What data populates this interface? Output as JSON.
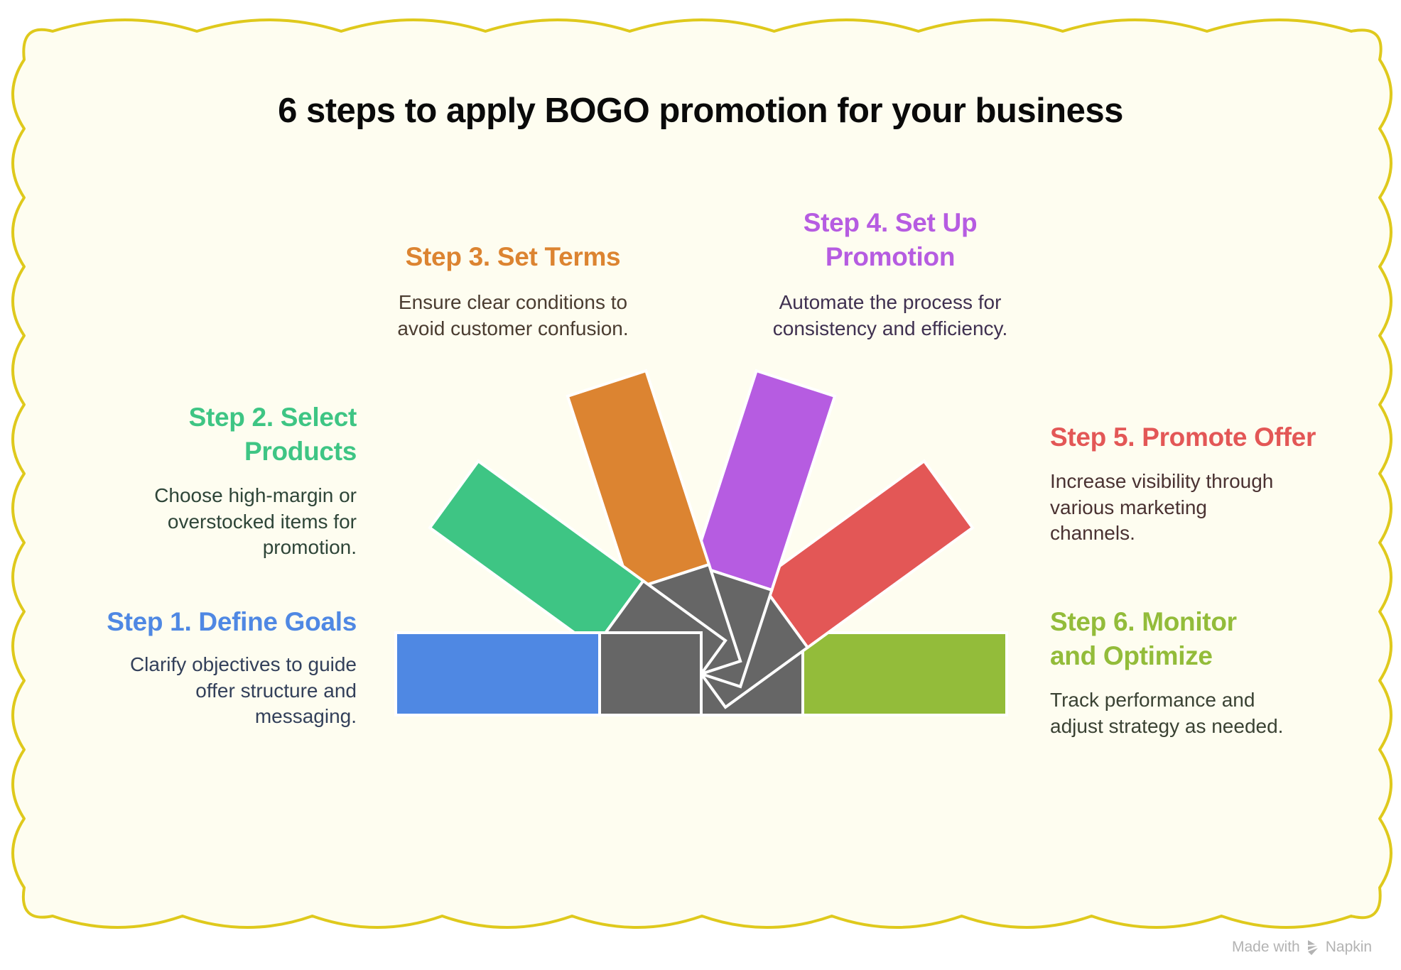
{
  "title": "6 steps to apply BOGO promotion for your business",
  "colors": {
    "background": "#fefdf0",
    "border": "#dfc91c",
    "hub": "#666666",
    "step1": "#4f88e3",
    "step2": "#3ec584",
    "step3": "#dc8431",
    "step4": "#b65ce1",
    "step5": "#e35756",
    "step6": "#93bc3a"
  },
  "steps": [
    {
      "number": 1,
      "title": "Step 1. Define Goals",
      "description_lines": [
        "Clarify objectives to guide",
        "offer structure and",
        "messaging."
      ],
      "color": "#4f88e3",
      "text_color": "#33405a",
      "angle_deg": 180
    },
    {
      "number": 2,
      "title_lines": [
        "Step 2. Select",
        "Products"
      ],
      "description_lines": [
        "Choose high-margin or",
        "overstocked items for",
        "promotion."
      ],
      "color": "#3ec584",
      "text_color": "#2e4538",
      "angle_deg": 144
    },
    {
      "number": 3,
      "title": "Step 3. Set Terms",
      "description_lines": [
        "Ensure clear conditions to",
        "avoid customer confusion."
      ],
      "color": "#dc8431",
      "text_color": "#4a3c30",
      "angle_deg": 108
    },
    {
      "number": 4,
      "title_lines": [
        "Step 4. Set Up",
        "Promotion"
      ],
      "description_lines": [
        "Automate the process for",
        "consistency and efficiency."
      ],
      "color": "#b65ce1",
      "text_color": "#3f3050",
      "angle_deg": 72
    },
    {
      "number": 5,
      "title": "Step 5. Promote Offer",
      "description_lines": [
        "Increase visibility through",
        "various marketing",
        "channels."
      ],
      "color": "#e35756",
      "text_color": "#4a3232",
      "angle_deg": 36
    },
    {
      "number": 6,
      "title_lines": [
        "Step 6. Monitor",
        "and Optimize"
      ],
      "description_lines": [
        "Track performance and",
        "adjust strategy as needed."
      ],
      "color": "#93bc3a",
      "text_color": "#3a4233",
      "angle_deg": 0
    }
  ],
  "footer": {
    "made_with": "Made with",
    "brand": "Napkin",
    "icon": "napkin-logo-icon"
  }
}
